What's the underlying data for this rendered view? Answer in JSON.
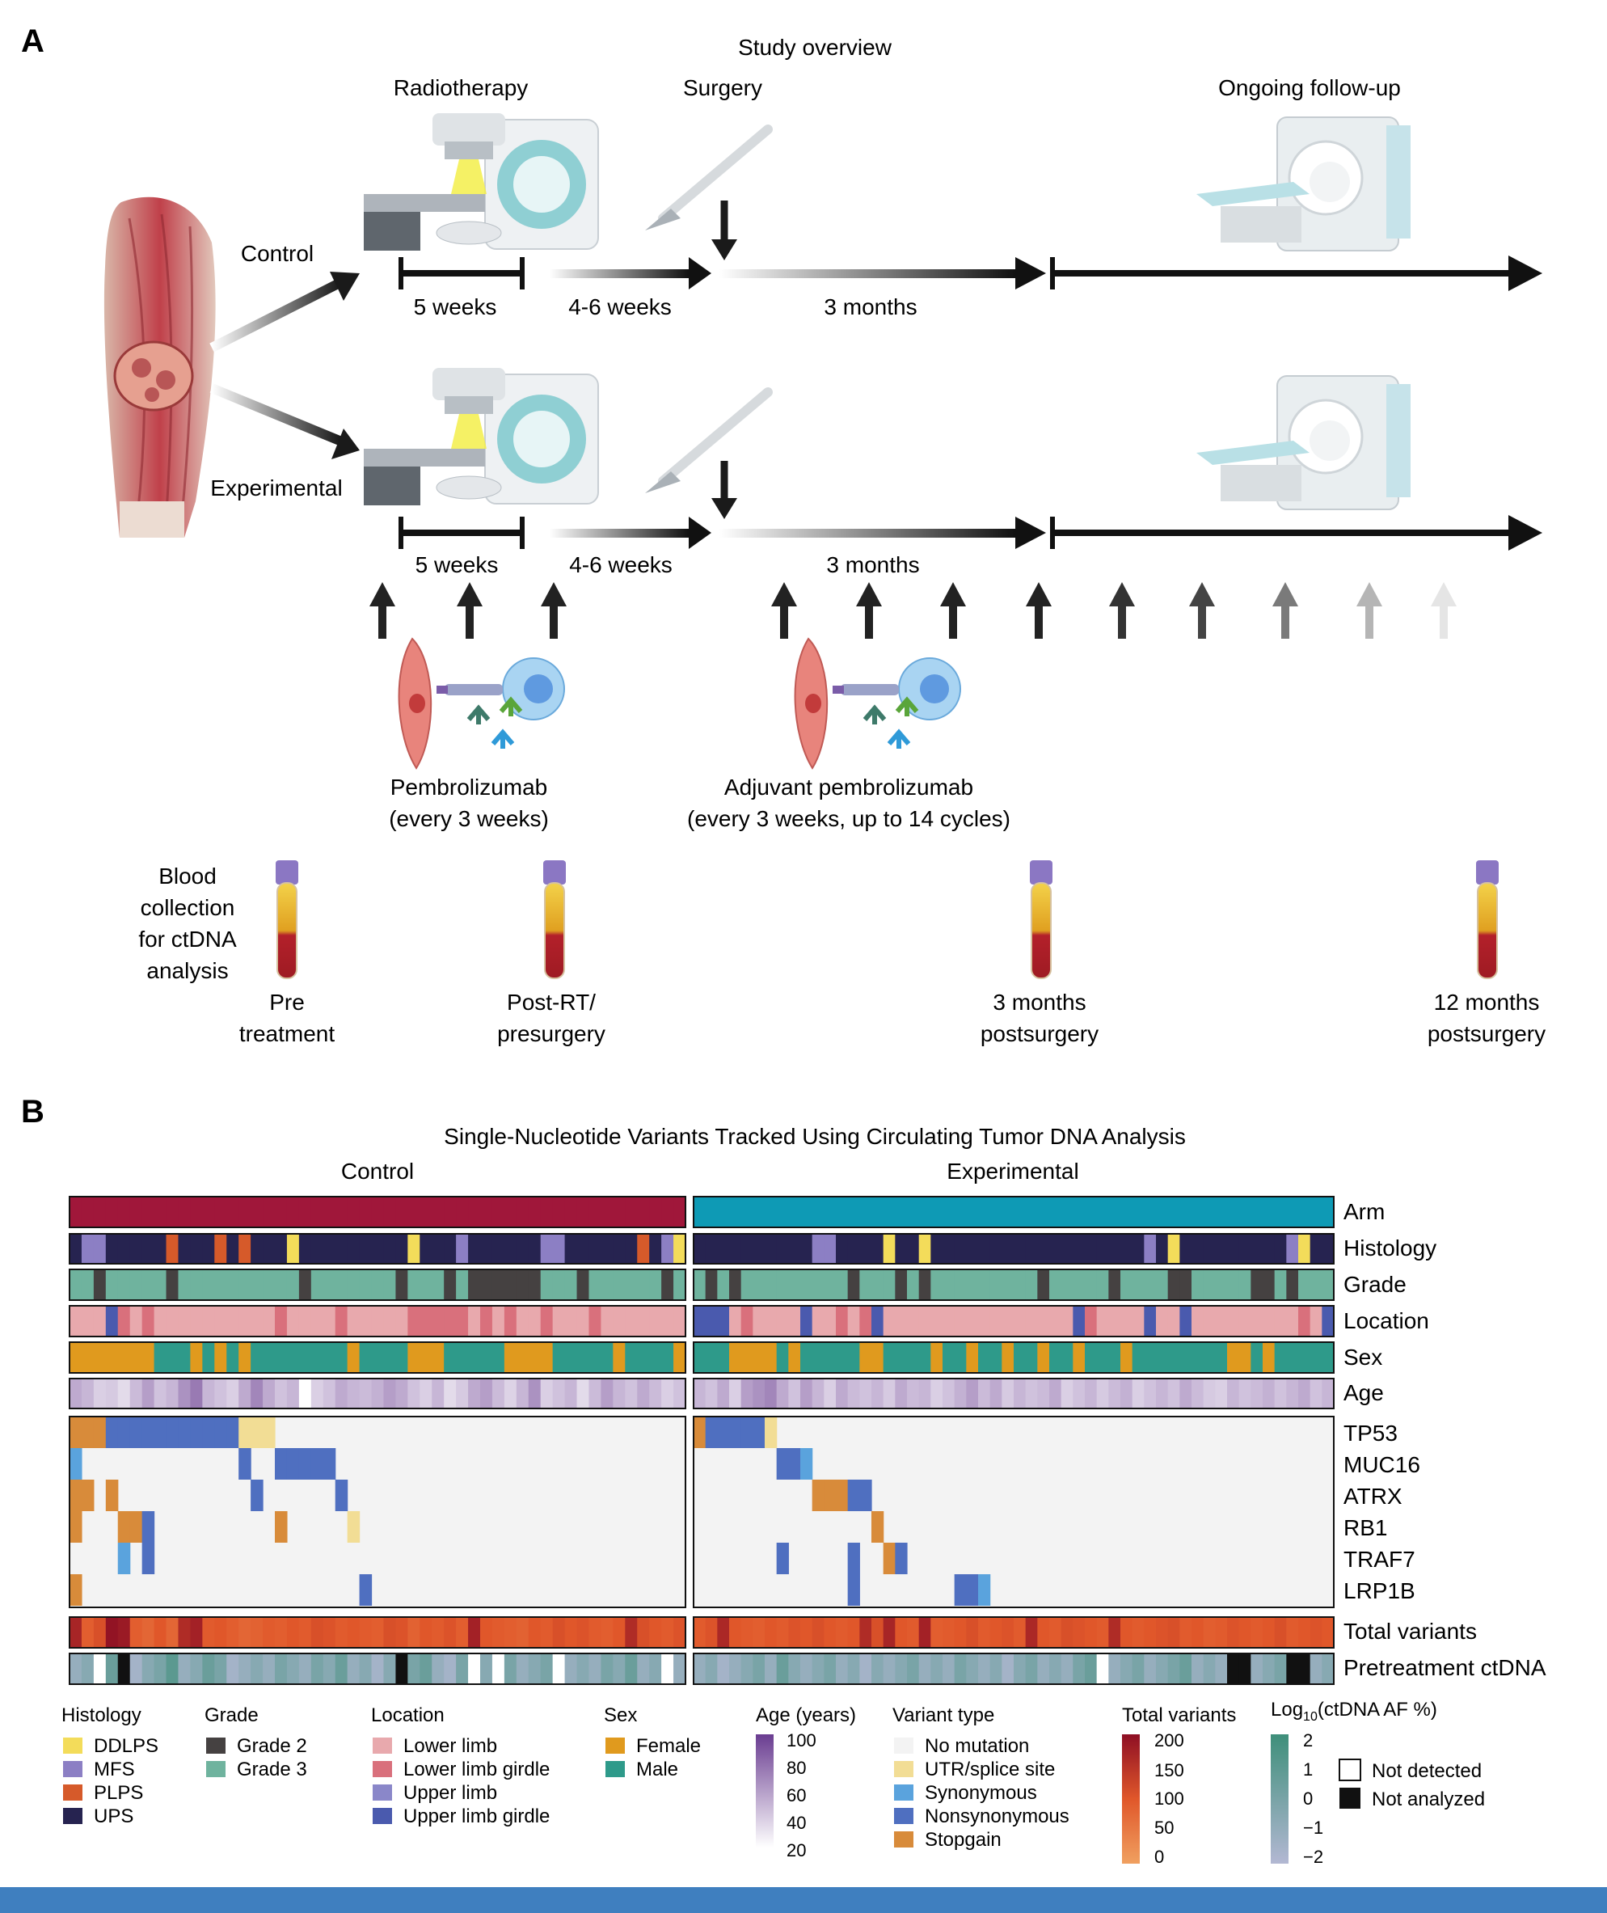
{
  "panel_a": {
    "label": "A",
    "title": "Study overview",
    "stage_labels": {
      "radiotherapy": "Radiotherapy",
      "surgery": "Surgery",
      "followup": "Ongoing follow-up"
    },
    "arms": {
      "control": "Control",
      "experimental": "Experimental"
    },
    "durations": {
      "rt": "5 weeks",
      "gap": "4-6 weeks",
      "post": "3 months"
    },
    "pembro": {
      "line1": "Pembrolizumab",
      "line2": "(every 3 weeks)"
    },
    "adjuvant": {
      "line1": "Adjuvant pembrolizumab",
      "line2": "(every 3 weeks, up to 14 cycles)"
    },
    "blood": {
      "line1": "Blood",
      "line2": "collection",
      "line3": "for ctDNA",
      "line4": "analysis"
    },
    "timepoints": [
      {
        "line1": "Pre",
        "line2": "treatment"
      },
      {
        "line1": "Post-RT/",
        "line2": "presurgery"
      },
      {
        "line1": "3 months",
        "line2": "postsurgery"
      },
      {
        "line1": "12 months",
        "line2": "postsurgery"
      }
    ]
  },
  "panel_b": {
    "label": "B",
    "title": "Single-Nucleotide Variants Tracked Using Circulating Tumor DNA Analysis",
    "group_titles": {
      "control": "Control",
      "experimental": "Experimental"
    },
    "annotation_rows": [
      "Arm",
      "Histology",
      "Grade",
      "Location",
      "Sex",
      "Age"
    ],
    "genes": [
      "TP53",
      "MUC16",
      "ATRX",
      "RB1",
      "TRAF7",
      "LRP1B"
    ],
    "summary_rows": [
      "Total variants",
      "Pretreatment ctDNA"
    ],
    "legends": {
      "histology": {
        "title": "Histology",
        "items": [
          {
            "label": "DDLPS",
            "color": "#f3dc5a"
          },
          {
            "label": "MFS",
            "color": "#8c7fc4"
          },
          {
            "label": "PLPS",
            "color": "#d65a2a"
          },
          {
            "label": "UPS",
            "color": "#262350"
          }
        ]
      },
      "grade": {
        "title": "Grade",
        "items": [
          {
            "label": "Grade 2",
            "color": "#454141"
          },
          {
            "label": "Grade 3",
            "color": "#6fb39e"
          }
        ]
      },
      "location": {
        "title": "Location",
        "items": [
          {
            "label": "Lower limb",
            "color": "#e8a9ad"
          },
          {
            "label": "Lower limb girdle",
            "color": "#d9707c"
          },
          {
            "label": "Upper limb",
            "color": "#8a87c9"
          },
          {
            "label": "Upper limb girdle",
            "color": "#4a5aae"
          }
        ]
      },
      "sex": {
        "title": "Sex",
        "items": [
          {
            "label": "Female",
            "color": "#e09a1e"
          },
          {
            "label": "Male",
            "color": "#2e9a8a"
          }
        ]
      },
      "age": {
        "title": "Age (years)",
        "ticks": [
          "100",
          "80",
          "60",
          "40",
          "20"
        ],
        "colors": [
          "#6a3d91",
          "#ffffff"
        ]
      },
      "variant": {
        "title": "Variant type",
        "items": [
          {
            "label": "No mutation",
            "color": "#f3f3f3"
          },
          {
            "label": "UTR/splice site",
            "color": "#f2dd95"
          },
          {
            "label": "Synonymous",
            "color": "#5aa3dd"
          },
          {
            "label": "Nonsynonymous",
            "color": "#4f6fc0"
          },
          {
            "label": "Stopgain",
            "color": "#d88b3a"
          }
        ]
      },
      "total": {
        "title": "Total variants",
        "ticks": [
          "200",
          "150",
          "100",
          "50",
          "0"
        ],
        "colors": [
          "#8e0f24",
          "#f0a060"
        ]
      },
      "ctdna": {
        "title_prefix": "Log",
        "title_sub": "10",
        "title_suffix": "(ctDNA AF %)",
        "ticks": [
          "2",
          "1",
          "0",
          "−1",
          "−2"
        ],
        "colors": [
          "#3e8f7a",
          "#b3b8d3"
        ],
        "extra": [
          {
            "label": "Not detected",
            "color": "#ffffff"
          },
          {
            "label": "Not analyzed",
            "color": "#111111"
          }
        ]
      }
    }
  },
  "heatmap": {
    "control": {
      "n": 51,
      "histology": "UMMUUUUUPUUUPUPUUUDUUUUUUUUUDUUUMUUUUUUMMUUUUUUPUMD",
      "grade": "33G33333G3333333333G3333333G333G3GGGGGG333G333333G3",
      "location": "LLLUGLGLLLLLLLLLLGLLLLGLLLLLGGGGGLGLGLLGLLLGLLLLLL",
      "sex": "FFFFFFFMMMFMFMFMMMMMMMMFMMMMFFFMMMMMFFFFMMMMMFMMMMF",
      "age": [
        55,
        50,
        40,
        42,
        35,
        48,
        60,
        45,
        50,
        65,
        75,
        50,
        45,
        40,
        55,
        70,
        55,
        45,
        50,
        20,
        40,
        45,
        55,
        50,
        48,
        52,
        60,
        55,
        45,
        40,
        50,
        35,
        42,
        55,
        60,
        48,
        38,
        50,
        65,
        40,
        45,
        50,
        35,
        48,
        60,
        50,
        45,
        55,
        48,
        40,
        45
      ],
      "total": [
        170,
        90,
        110,
        195,
        185,
        90,
        80,
        100,
        80,
        160,
        175,
        95,
        100,
        90,
        80,
        85,
        95,
        90,
        100,
        95,
        110,
        105,
        95,
        100,
        95,
        90,
        110,
        105,
        85,
        100,
        95,
        105,
        90,
        175,
        100,
        95,
        90,
        85,
        100,
        95,
        110,
        100,
        105,
        95,
        90,
        100,
        160,
        110,
        100,
        95,
        105
      ],
      "ctdna": [
        -1,
        -0.5,
        "N",
        0.5,
        "A",
        -1.5,
        -0.5,
        0,
        1,
        -1,
        -0.5,
        0.5,
        0,
        -1.5,
        -1,
        -0.5,
        -1,
        0,
        -0.5,
        -1,
        0,
        -0.5,
        0.5,
        -1,
        -0.5,
        -1.5,
        -0.5,
        "A",
        0,
        0.5,
        -1,
        -1.5,
        0,
        "N",
        -0.5,
        "N",
        0,
        -1,
        -0.5,
        0,
        "N",
        -1,
        -0.5,
        -1,
        0,
        -0.5,
        0.5,
        -1,
        -0.5,
        "N",
        -1
      ]
    },
    "experimental": {
      "n": 54,
      "histology": "UUUUUUUUUUMMUUUUDUUDUUUUUUUUUUUUUUUUUUMUDUUUUUUUUUMDU",
      "grade": "3G3G333333333G333G3G333333333G33333G3333GG33333GG3G333",
      "location": "UUULGLLLLULLGLGULLLLLLLLLLLLLLLLUGLLLLULLULLLLLLLLLGLU",
      "sex": "MMMFFFFMFMMMMMFFMMMMFMMFMMFMMFMMFMMMFMMMMMMMMFFMFMMMMM",
      "age": [
        50,
        45,
        55,
        40,
        60,
        65,
        70,
        55,
        45,
        60,
        50,
        40,
        55,
        48,
        45,
        50,
        42,
        55,
        48,
        50,
        40,
        45,
        52,
        60,
        48,
        55,
        42,
        50,
        45,
        48,
        55,
        40,
        45,
        50,
        42,
        48,
        52,
        40,
        45,
        50,
        45,
        55,
        48,
        42,
        40,
        50,
        45,
        48,
        52,
        45,
        50,
        55,
        45,
        50
      ],
      "total": [
        95,
        105,
        165,
        100,
        95,
        90,
        100,
        95,
        105,
        100,
        110,
        100,
        95,
        100,
        160,
        110,
        170,
        100,
        95,
        175,
        90,
        95,
        100,
        110,
        95,
        100,
        105,
        95,
        165,
        100,
        95,
        110,
        105,
        100,
        95,
        160,
        100,
        95,
        100,
        105,
        110,
        95,
        100,
        90,
        95,
        105,
        100,
        95,
        100,
        110,
        95,
        100,
        105,
        100
      ],
      "ctdna": [
        -1,
        -0.5,
        -1.5,
        -1,
        -0.5,
        0,
        -1,
        0.5,
        -0.5,
        -1,
        -0.5,
        0,
        -1,
        -0.5,
        -1.5,
        -0.5,
        -1,
        -0.5,
        0,
        -1,
        -0.5,
        -1,
        0,
        -0.5,
        -1,
        -0.5,
        -1.5,
        -0.5,
        0,
        -1,
        -0.5,
        -1,
        0,
        0.5,
        "N",
        -1,
        -0.5,
        0,
        -1,
        -0.5,
        0,
        0.5,
        -1,
        -0.5,
        -1,
        "A",
        "A",
        -1,
        -0.5,
        0,
        "A",
        "A",
        -1,
        -0.5
      ]
    },
    "mutations": {
      "control": {
        "TP53": [
          [
            0,
            "S"
          ],
          [
            1,
            "S"
          ],
          [
            2,
            "S"
          ],
          [
            3,
            "X"
          ],
          [
            4,
            "X"
          ],
          [
            5,
            "X"
          ],
          [
            6,
            "X"
          ],
          [
            7,
            "X"
          ],
          [
            8,
            "X"
          ],
          [
            9,
            "X"
          ],
          [
            10,
            "X"
          ],
          [
            11,
            "X"
          ],
          [
            12,
            "X"
          ],
          [
            13,
            "X"
          ],
          [
            14,
            "U"
          ],
          [
            15,
            "U"
          ],
          [
            16,
            "U"
          ]
        ],
        "MUC16": [
          [
            0,
            "Y"
          ],
          [
            14,
            "X"
          ],
          [
            17,
            "X"
          ],
          [
            18,
            "X"
          ],
          [
            19,
            "X"
          ],
          [
            20,
            "X"
          ],
          [
            21,
            "X"
          ]
        ],
        "ATRX": [
          [
            0,
            "S"
          ],
          [
            1,
            "S"
          ],
          [
            3,
            "S"
          ],
          [
            15,
            "X"
          ],
          [
            22,
            "X"
          ]
        ],
        "RB1": [
          [
            0,
            "S"
          ],
          [
            4,
            "S"
          ],
          [
            5,
            "S"
          ],
          [
            6,
            "X"
          ],
          [
            17,
            "S"
          ],
          [
            23,
            "U"
          ]
        ],
        "TRAF7": [
          [
            4,
            "Y"
          ],
          [
            6,
            "X"
          ]
        ],
        "LRP1B": [
          [
            0,
            "S"
          ],
          [
            24,
            "X"
          ]
        ]
      },
      "experimental": {
        "TP53": [
          [
            0,
            "S"
          ],
          [
            1,
            "X"
          ],
          [
            2,
            "X"
          ],
          [
            3,
            "X"
          ],
          [
            4,
            "X"
          ],
          [
            5,
            "X"
          ],
          [
            6,
            "U"
          ]
        ],
        "MUC16": [
          [
            7,
            "X"
          ],
          [
            8,
            "X"
          ],
          [
            9,
            "Y"
          ]
        ],
        "ATRX": [
          [
            10,
            "S"
          ],
          [
            11,
            "S"
          ],
          [
            12,
            "S"
          ],
          [
            13,
            "X"
          ],
          [
            14,
            "X"
          ]
        ],
        "RB1": [
          [
            15,
            "S"
          ]
        ],
        "TRAF7": [
          [
            7,
            "X"
          ],
          [
            13,
            "X"
          ],
          [
            16,
            "S"
          ],
          [
            17,
            "X"
          ]
        ],
        "LRP1B": [
          [
            13,
            "X"
          ],
          [
            22,
            "X"
          ],
          [
            23,
            "X"
          ],
          [
            24,
            "Y"
          ]
        ]
      }
    }
  }
}
